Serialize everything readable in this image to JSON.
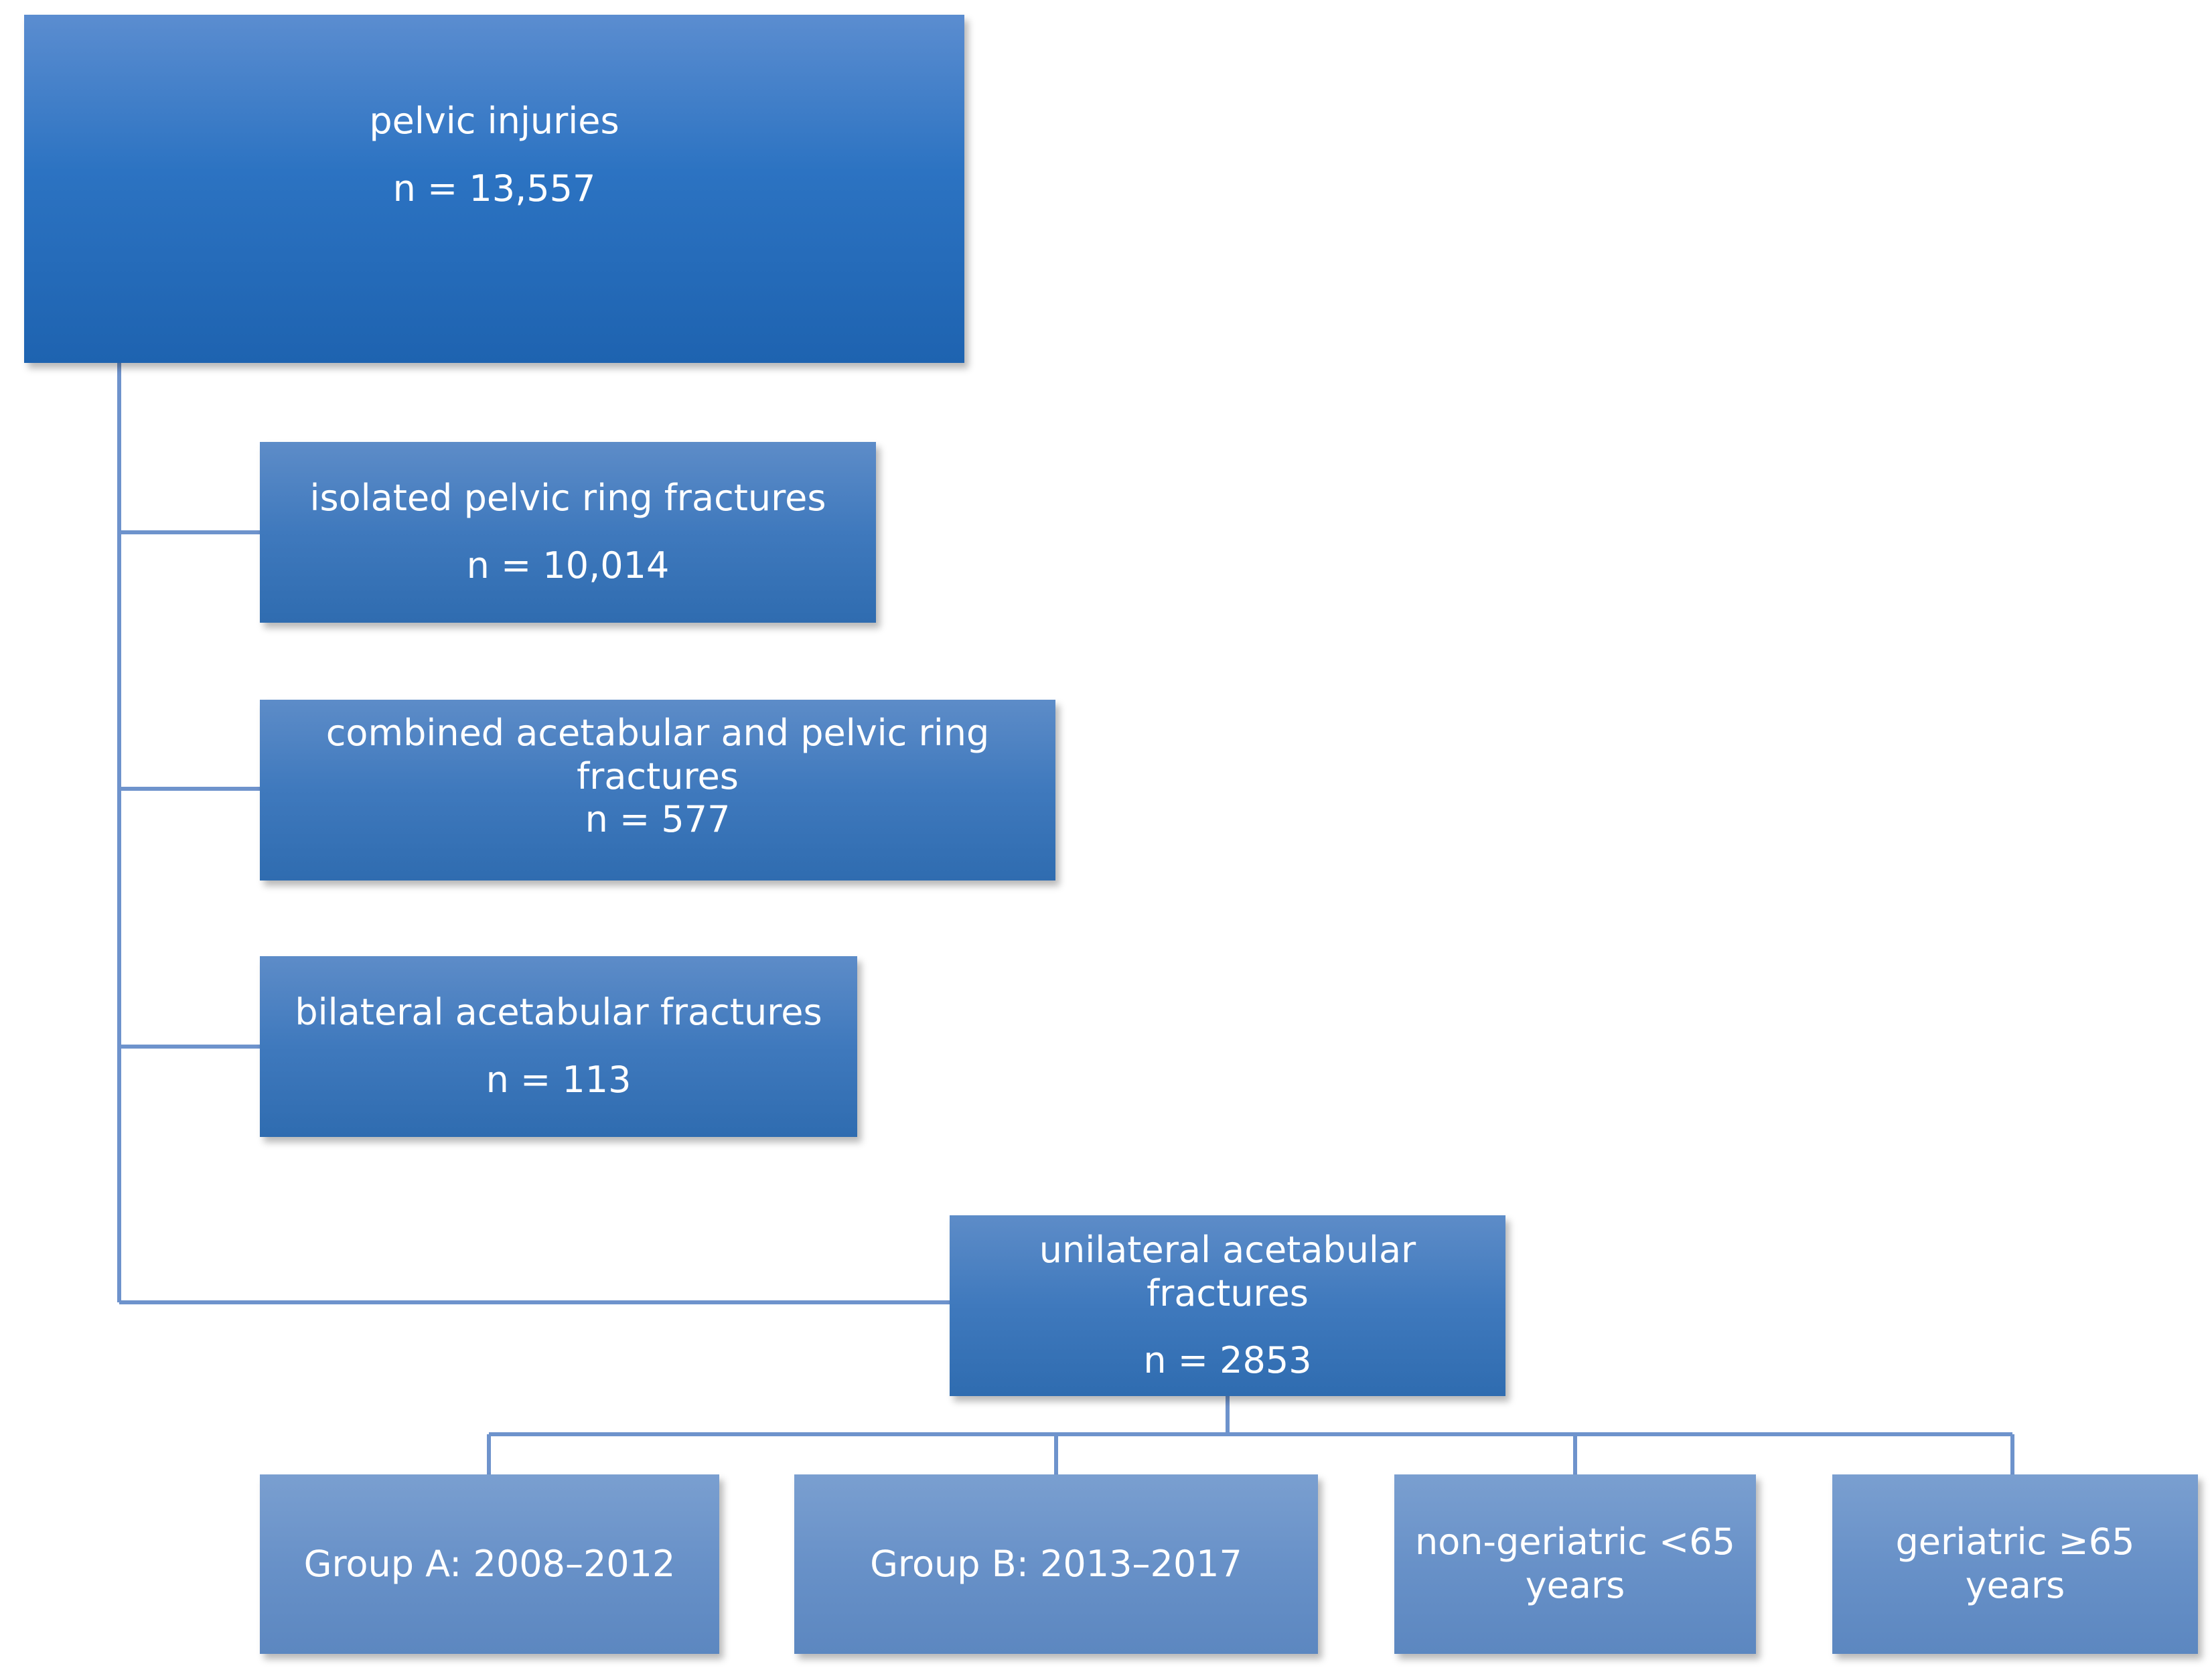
{
  "colors": {
    "connector": "#6e93cc",
    "box_dark": "#2c73c2",
    "box_mid": "#3f79bd",
    "box_light": "#6891c8",
    "text": "#ffffff"
  },
  "root": {
    "title": "pelvic injuries",
    "count": "n = 13,557"
  },
  "children": [
    {
      "title": "isolated pelvic ring fractures",
      "count": "n = 10,014"
    },
    {
      "title": "combined acetabular and pelvic ring fractures",
      "count": "n = 577"
    },
    {
      "title": "bilateral acetabular fractures",
      "count": "n = 113"
    },
    {
      "title": "unilateral acetabular fractures",
      "count": "n = 2853"
    }
  ],
  "subgroups": [
    {
      "label": "Group A: 2008–2012"
    },
    {
      "label": "Group B: 2013–2017"
    },
    {
      "label": "non-geriatric <65 years"
    },
    {
      "label": "geriatric ≥65 years"
    }
  ]
}
